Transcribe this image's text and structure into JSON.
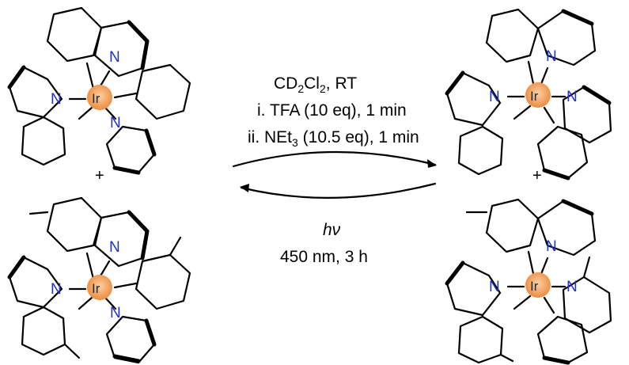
{
  "conditions_forward": {
    "line1_main": "CD",
    "line1_sub1": "2",
    "line1_mid": "Cl",
    "line1_sub2": "2",
    "line1_end": ", RT",
    "line2": "i. TFA (10 eq), 1 min",
    "line3_start": "ii. NEt",
    "line3_sub": "3",
    "line3_end": " (10.5 eq), 1 min"
  },
  "conditions_reverse": {
    "line1": "hν",
    "line2": "450 nm, 3 h"
  },
  "plus_sign": "+",
  "atom_labels": {
    "nitrogen": "N",
    "iridium": "Ir"
  },
  "colors": {
    "nitrogen": "#1f2fd1",
    "iridium_center": "#f6a766",
    "iridium_edge": "#e8762c",
    "bonds": "#000000"
  },
  "species": [
    {
      "position": "top-left",
      "ligands": "Ir(ppy)3, fac"
    },
    {
      "position": "bottom-left",
      "ligands": "Ir(mppy)3, fac, methyl-substituted"
    },
    {
      "position": "top-right",
      "ligands": "Ir(ppy)3, mer"
    },
    {
      "position": "bottom-right",
      "ligands": "Ir(mppy)3, mer, methyl-substituted"
    }
  ]
}
